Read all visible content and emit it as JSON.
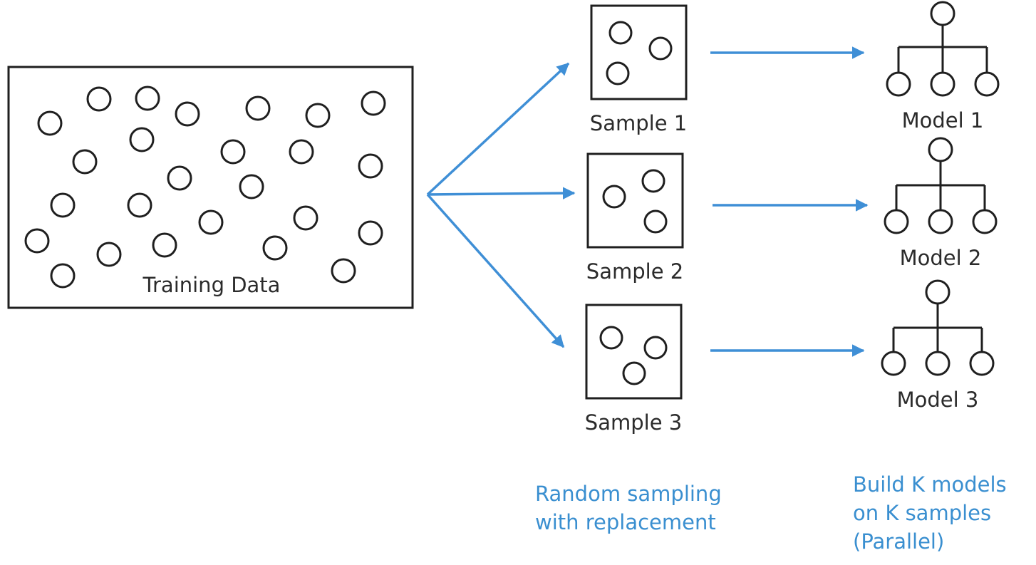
{
  "training": {
    "label": "Training Data"
  },
  "samples": [
    {
      "label": "Sample 1"
    },
    {
      "label": "Sample 2"
    },
    {
      "label": "Sample 3"
    }
  ],
  "models": [
    {
      "label": "Model 1"
    },
    {
      "label": "Model 2"
    },
    {
      "label": "Model 3"
    }
  ],
  "notes": {
    "sampling": [
      "Random sampling",
      "with replacement"
    ],
    "building": [
      "Build K models",
      "on K samples",
      "(Parallel)"
    ]
  },
  "colors": {
    "arrow": "#3f8fd6",
    "note_text": "#3a8fd0",
    "stroke": "#1f1f1f"
  }
}
